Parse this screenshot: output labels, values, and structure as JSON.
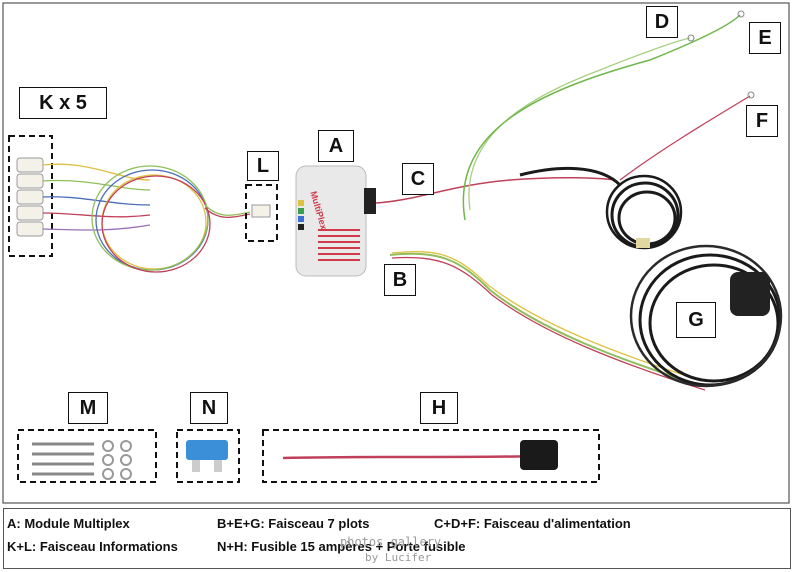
{
  "labels": {
    "k": "K x 5",
    "l": "L",
    "a": "A",
    "b": "B",
    "c": "C",
    "d": "D",
    "e": "E",
    "f": "F",
    "g": "G",
    "m": "M",
    "n": "N",
    "h": "H"
  },
  "module": {
    "brand": "MultiPlex"
  },
  "legend": {
    "a": "A: Module Multiplex",
    "beg": "B+E+G: Faisceau 7 plots",
    "cdf": "C+D+F: Faisceau d'alimentation",
    "kl": "K+L: Faisceau Informations",
    "nh": "N+H: Fusible 15 ampères + Porte fusible"
  },
  "watermark": {
    "line1": "photos gallery",
    "line2": "by Lucifer"
  },
  "colors": {
    "wire_red": "#c0405a",
    "wire_green": "#8fbf5a",
    "wire_yellow": "#e0c040",
    "wire_blue": "#4a6fb8",
    "cable_black": "#1a1a1a",
    "fuse_blue": "#3a8fd8"
  }
}
